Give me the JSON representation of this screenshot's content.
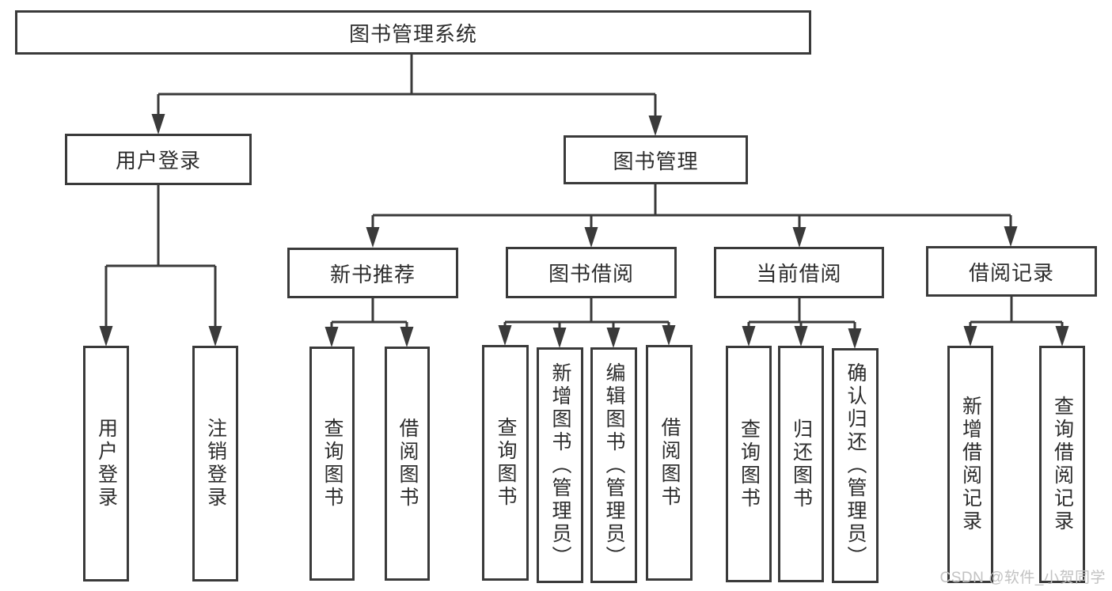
{
  "diagram_title": "图书管理系统",
  "tree": {
    "root": {
      "label": "图书管理系统"
    },
    "branches": [
      {
        "label": "用户登录",
        "children": [
          {
            "label": "用户登录"
          },
          {
            "label": "注销登录"
          }
        ]
      },
      {
        "label": "图书管理",
        "children": [
          {
            "label": "新书推荐",
            "children": [
              {
                "label": "查询图书"
              },
              {
                "label": "借阅图书"
              }
            ]
          },
          {
            "label": "图书借阅",
            "children": [
              {
                "label": "查询图书"
              },
              {
                "label": "新增图书（管理员）"
              },
              {
                "label": "编辑图书（管理员）"
              },
              {
                "label": "借阅图书"
              }
            ]
          },
          {
            "label": "当前借阅",
            "children": [
              {
                "label": "查询图书"
              },
              {
                "label": "归还图书"
              },
              {
                "label": "确认归还（管理员）"
              }
            ]
          },
          {
            "label": "借阅记录",
            "children": [
              {
                "label": "新增借阅记录"
              },
              {
                "label": "查询借阅记录"
              }
            ]
          }
        ]
      }
    ]
  },
  "watermark": {
    "text": "CSDN @软件_小贺同学"
  },
  "colors": {
    "line": "#3a3a3a",
    "box_border": "#3a3a3a",
    "box_fill": "#ffffff",
    "text": "#2d2d2d",
    "watermark": "#c2c2c2",
    "background": "#ffffff"
  }
}
